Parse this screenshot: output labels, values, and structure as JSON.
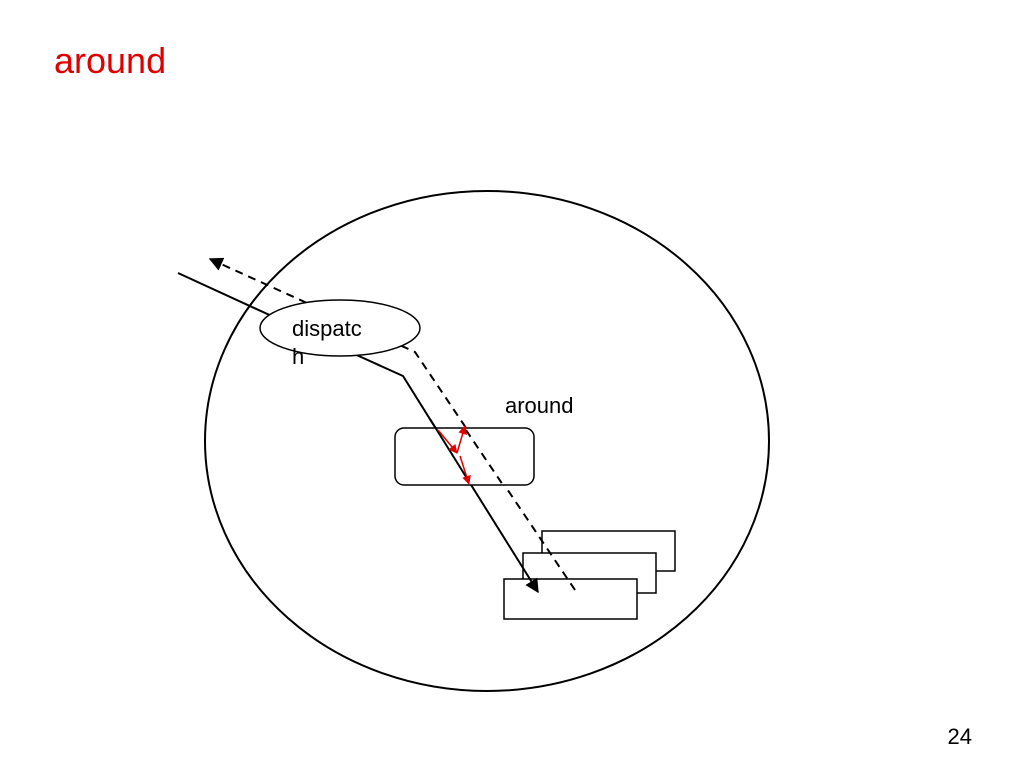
{
  "slide": {
    "title": "around",
    "page_number": "24"
  },
  "diagram": {
    "dispatch_label_line1": "dispatc",
    "dispatch_label_line2": "h",
    "around_label": "around"
  },
  "colors": {
    "title": "#e00000",
    "advice_arrows": "#e00000",
    "lines": "#000000"
  }
}
